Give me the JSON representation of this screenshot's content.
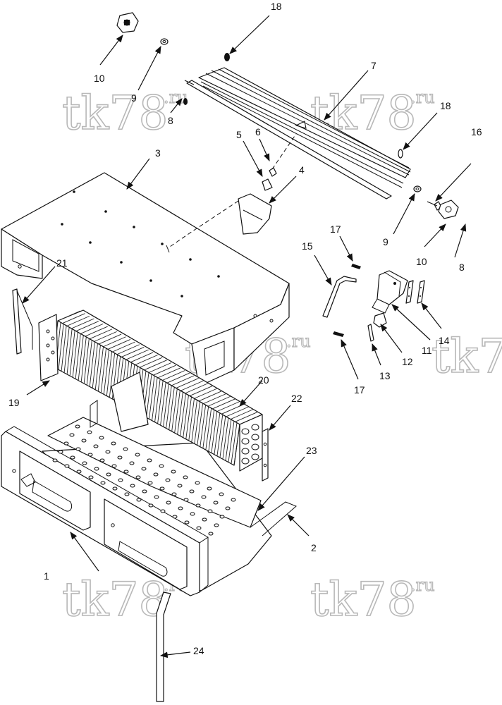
{
  "watermark": {
    "main": "tk78",
    "suffix": ".ru",
    "partial": "tk7"
  },
  "callouts": [
    "1",
    "2",
    "3",
    "4",
    "5",
    "6",
    "7",
    "8",
    "9",
    "10",
    "11",
    "12",
    "13",
    "14",
    "15",
    "16",
    "17",
    "18",
    "19",
    "20",
    "21",
    "22",
    "23",
    "24",
    "8",
    "9",
    "10",
    "17",
    "18"
  ]
}
